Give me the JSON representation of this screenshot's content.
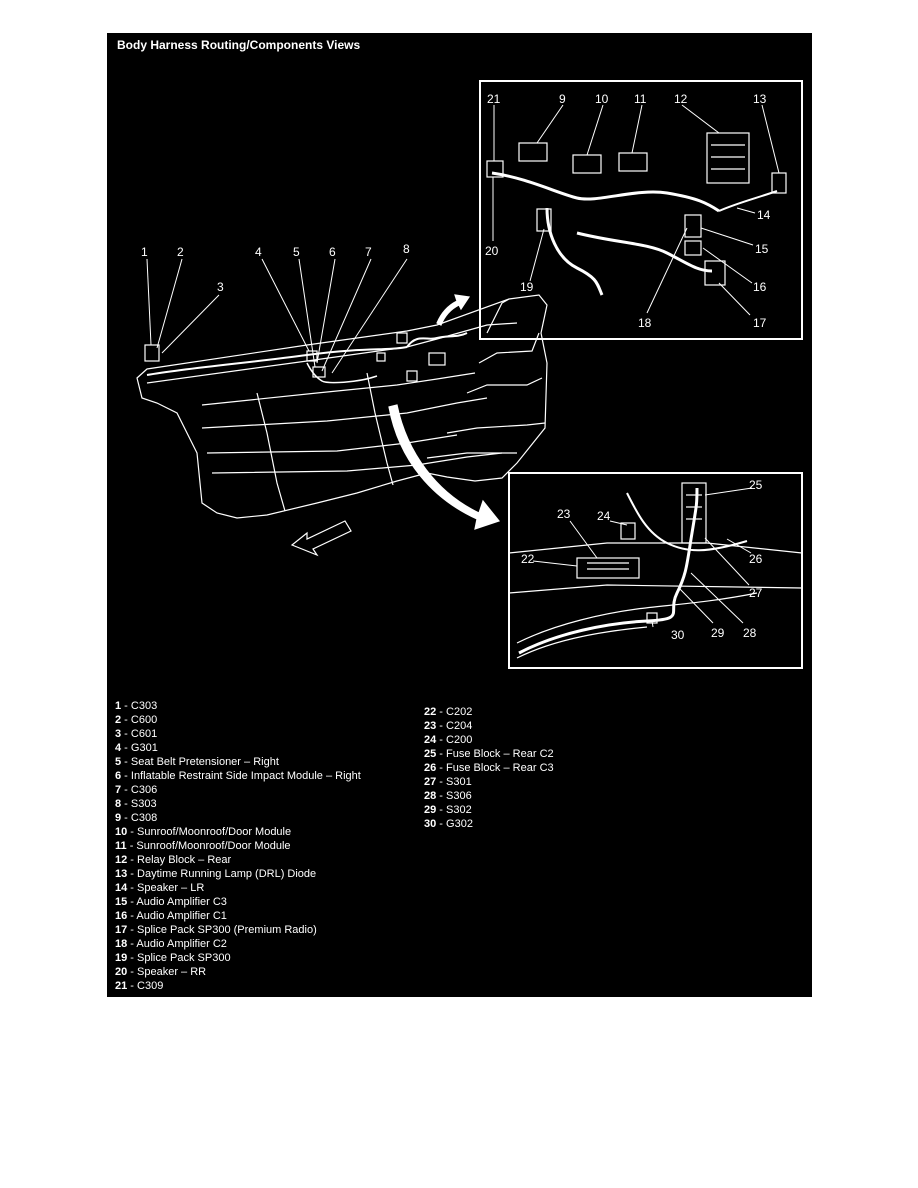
{
  "title": "Body Harness Routing/Components Views",
  "callouts": {
    "n1": "1",
    "n2": "2",
    "n3": "3",
    "n4": "4",
    "n5": "5",
    "n6": "6",
    "n7": "7",
    "n8": "8",
    "n9": "9",
    "n10": "10",
    "n11": "11",
    "n12": "12",
    "n13": "13",
    "n14": "14",
    "n15": "15",
    "n16": "16",
    "n17": "17",
    "n18": "18",
    "n19": "19",
    "n20": "20",
    "n21": "21",
    "n22": "22",
    "n23": "23",
    "n24": "24",
    "n25": "25",
    "n26": "26",
    "n27": "27",
    "n28": "28",
    "n29": "29",
    "n30": "30"
  },
  "legend_left": [
    {
      "num": "1",
      "desc": " - C303"
    },
    {
      "num": "2",
      "desc": " - C600"
    },
    {
      "num": "3",
      "desc": " - C601"
    },
    {
      "num": "4",
      "desc": " - G301"
    },
    {
      "num": "5",
      "desc": " - Seat Belt Pretensioner – Right"
    },
    {
      "num": "6",
      "desc": " - Inflatable Restraint Side Impact Module – Right"
    },
    {
      "num": "7",
      "desc": " - C306"
    },
    {
      "num": "8",
      "desc": " - S303"
    },
    {
      "num": "9",
      "desc": " - C308"
    },
    {
      "num": "10",
      "desc": " - Sunroof/Moonroof/Door Module"
    },
    {
      "num": "11",
      "desc": " - Sunroof/Moonroof/Door Module"
    },
    {
      "num": "12",
      "desc": " - Relay Block – Rear"
    },
    {
      "num": "13",
      "desc": " - Daytime Running Lamp (DRL) Diode"
    },
    {
      "num": "14",
      "desc": " - Speaker – LR"
    },
    {
      "num": "15",
      "desc": " - Audio Amplifier C3"
    },
    {
      "num": "16",
      "desc": " - Audio Amplifier C1"
    },
    {
      "num": "17",
      "desc": " - Splice Pack SP300 (Premium Radio)"
    },
    {
      "num": "18",
      "desc": " - Audio Amplifier C2"
    },
    {
      "num": "19",
      "desc": " - Splice Pack SP300"
    },
    {
      "num": "20",
      "desc": " - Speaker – RR"
    },
    {
      "num": "21",
      "desc": " - C309"
    }
  ],
  "legend_right": [
    {
      "num": "22",
      "desc": " - C202"
    },
    {
      "num": "23",
      "desc": " - C204"
    },
    {
      "num": "24",
      "desc": " - C200"
    },
    {
      "num": "25",
      "desc": " - Fuse Block – Rear C2"
    },
    {
      "num": "26",
      "desc": " - Fuse Block – Rear C3"
    },
    {
      "num": "27",
      "desc": " - S301"
    },
    {
      "num": "28",
      "desc": " - S306"
    },
    {
      "num": "29",
      "desc": " - S302"
    },
    {
      "num": "30",
      "desc": " - G302"
    }
  ]
}
